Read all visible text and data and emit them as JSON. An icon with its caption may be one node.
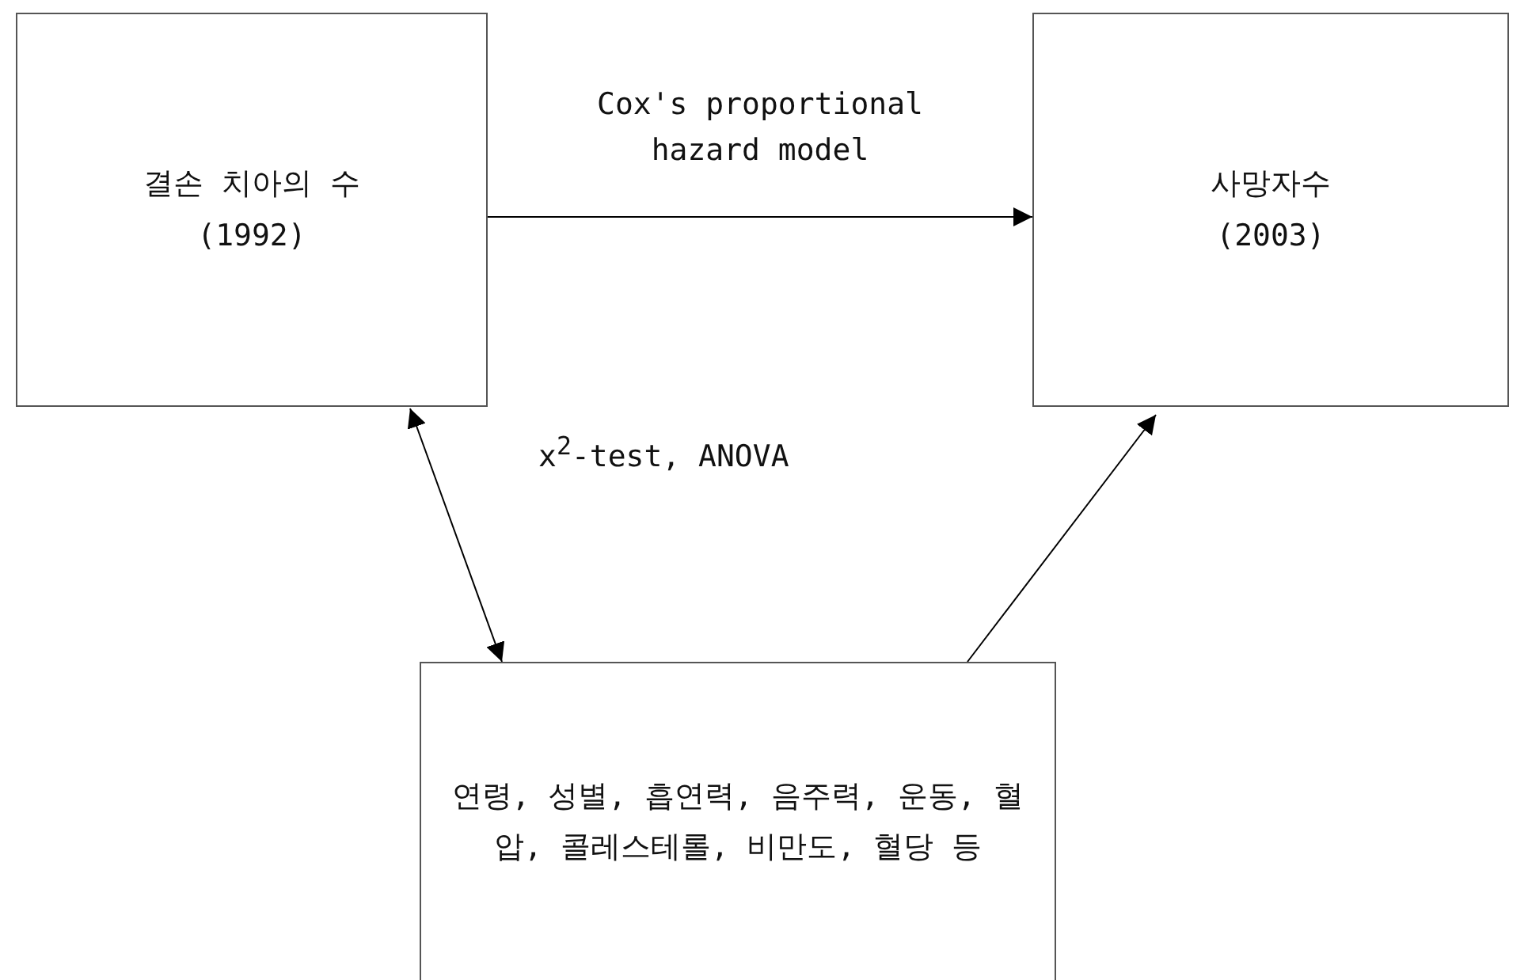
{
  "diagram": {
    "nodes": [
      {
        "text": [
          "결손 치아의 수 (1992)"
        ]
      },
      {
        "text": [
          "사망자수 (2003)"
        ]
      },
      {
        "text": [
          "연령, 성별, 흡연력, 음주력, 운동, 혈압, 콜레스테롤, 비만도, 혈당 등"
        ]
      }
    ],
    "edges": [
      {
        "from": 0,
        "to": 1,
        "arrow": "to",
        "label": "Cox's proportional hazard model"
      },
      {
        "from": 0,
        "to": 2,
        "arrow": "both"
      },
      {
        "from": 2,
        "to": 1,
        "arrow": "to"
      }
    ],
    "labels": [
      "x$^{2}$-test, ANOVA"
    ]
  }
}
